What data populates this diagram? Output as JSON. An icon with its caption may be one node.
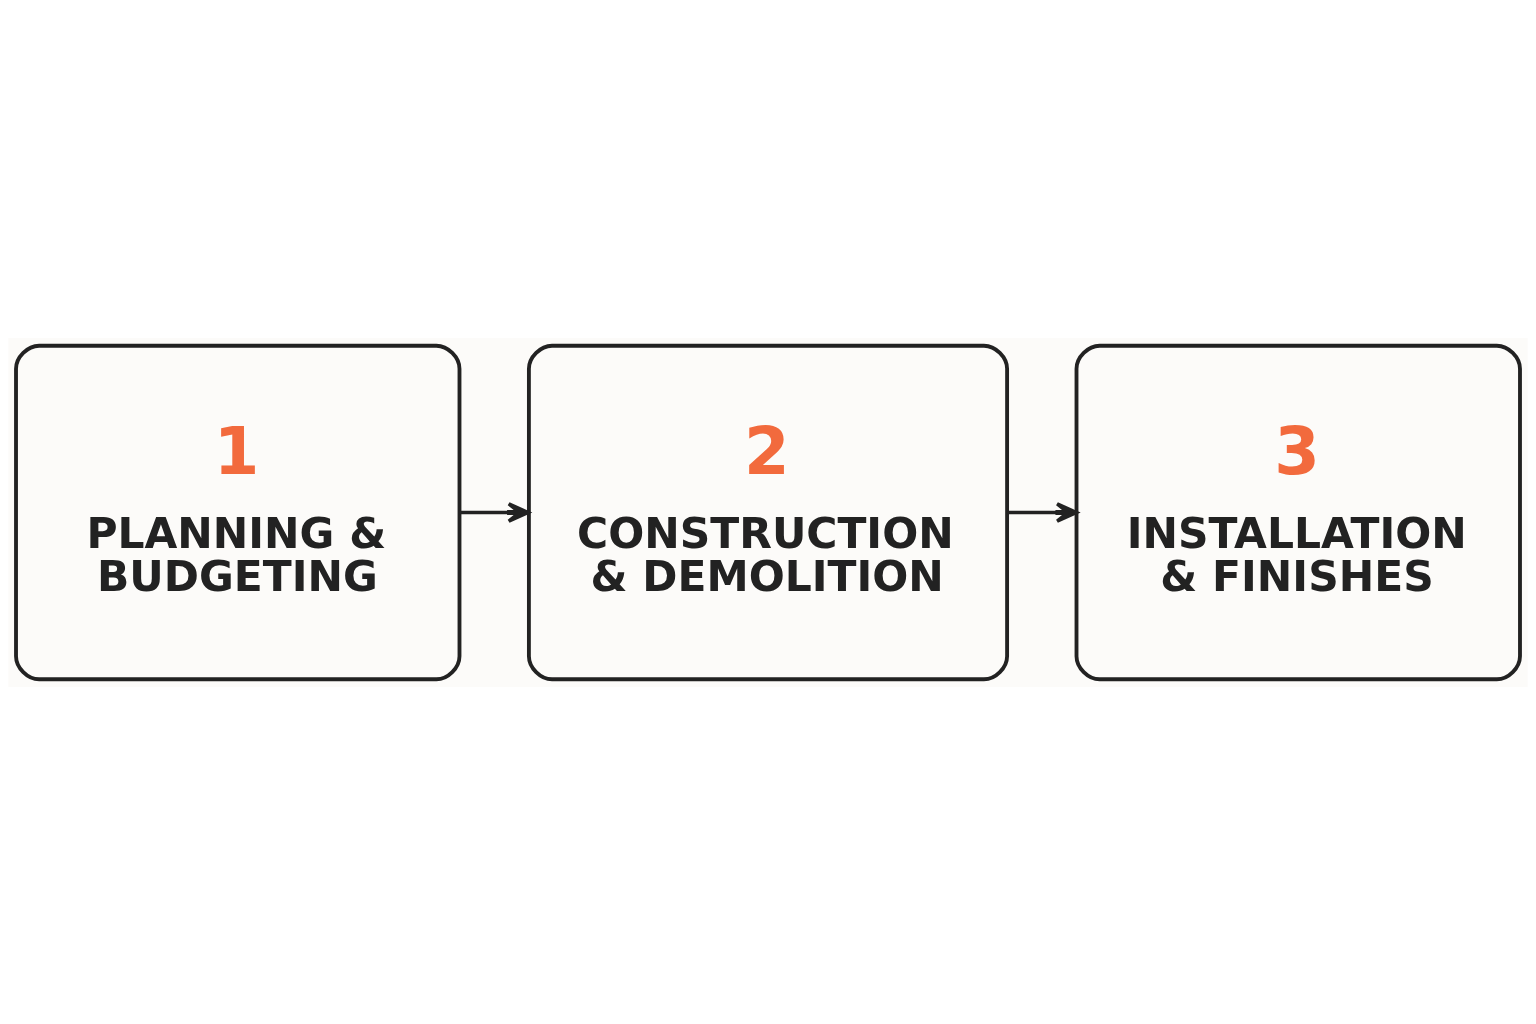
{
  "diagram": {
    "nodes": [
      {
        "text": [
          "1",
          "PLANNING & BUDGETING"
        ]
      },
      {
        "text": [
          "2",
          "CONSTRUCTION & DEMOLITION"
        ]
      },
      {
        "text": [
          "3",
          "INSTALLATION & FINISHES"
        ]
      }
    ],
    "edges": [
      {
        "from": 0,
        "to": 1,
        "arrow": "to"
      },
      {
        "from": 1,
        "to": 2,
        "arrow": "to"
      }
    ]
  }
}
